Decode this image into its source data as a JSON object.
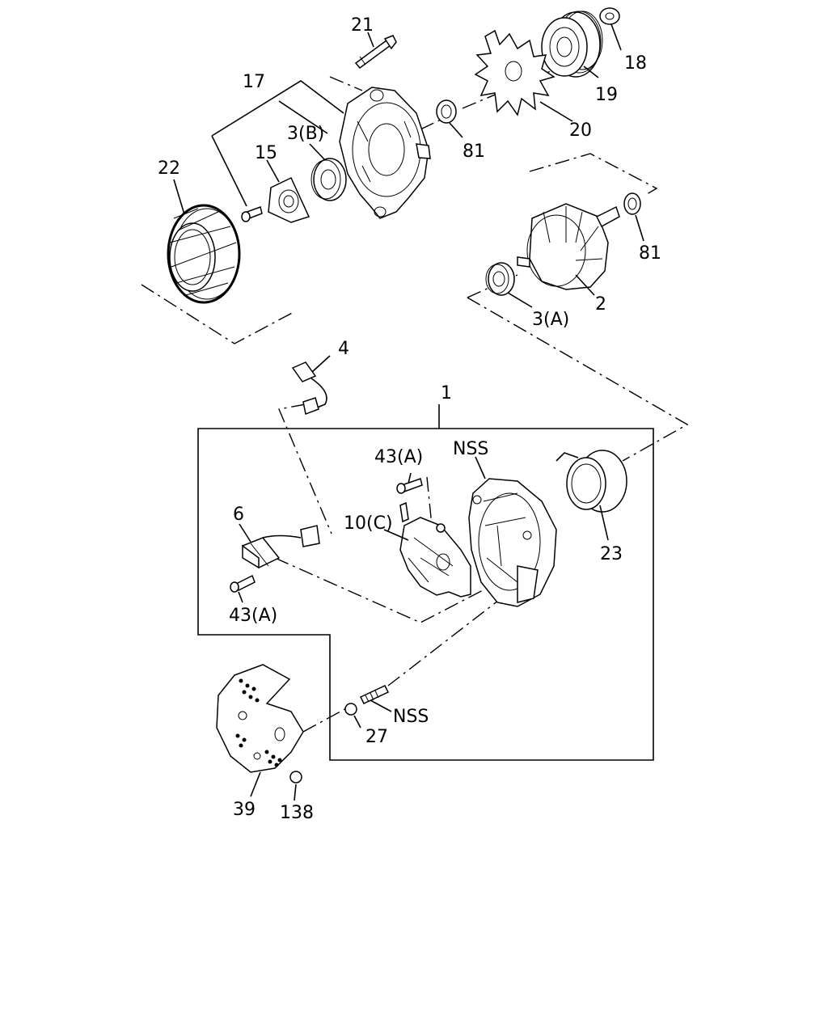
{
  "diagram": {
    "labels": {
      "p1": "1",
      "p2": "2",
      "p3a": "3(A)",
      "p3b": "3(B)",
      "p4": "4",
      "p6": "6",
      "p10c": "10(C)",
      "p15": "15",
      "p17": "17",
      "p18": "18",
      "p19": "19",
      "p20": "20",
      "p21": "21",
      "p22": "22",
      "p23": "23",
      "p27": "27",
      "p39": "39",
      "p43a_top": "43(A)",
      "p43a_bottom": "43(A)",
      "p81_top": "81",
      "p81_right": "81",
      "p138": "138",
      "nss_top": "NSS",
      "nss_bottom": "NSS"
    }
  }
}
